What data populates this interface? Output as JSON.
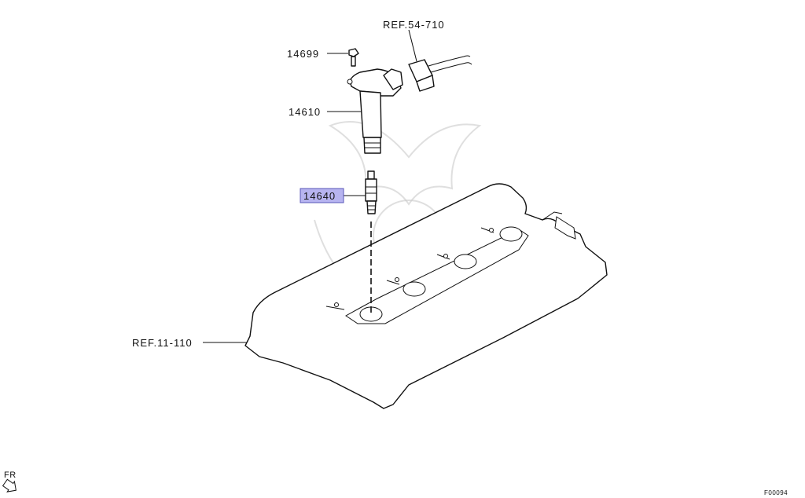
{
  "callouts": {
    "ref_harness": "REF.54-710",
    "bolt": "14699",
    "coil": "14610",
    "spark_plug": "14640",
    "ref_cover": "REF.11-110"
  },
  "orientation": {
    "label": "FR"
  },
  "figure_code": "F00094",
  "colors": {
    "highlight": "#b7b4f0",
    "line": "#111111"
  }
}
